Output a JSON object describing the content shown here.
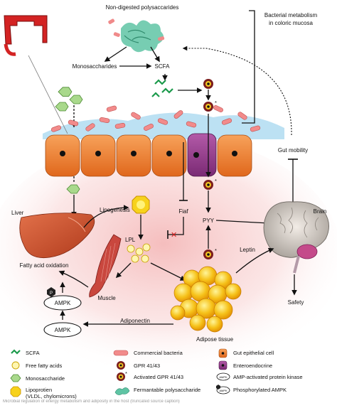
{
  "labels": {
    "non_digested": "Non-digested polysaccarides",
    "bacterial_metabolism_line1": "Bacterial metabolism",
    "bacterial_metabolism_line2": "in coloric mucosa",
    "monosaccharides": "Monosaccharides",
    "scfa": "SCFA",
    "gut_mobility": "Gut mobility",
    "liver": "Liver",
    "lipogenesis": "Lipogenesis",
    "fiaf": "Fiaf",
    "pyy": "PYY",
    "brain": "Brain",
    "lpl": "LPL",
    "fatty_acid_oxidation": "Fatty acid oxidation",
    "muscle": "Muscle",
    "leptin": "Leptin",
    "ampk_top": "AMPK",
    "ampk_bottom": "AMPK",
    "adiponectin": "Adiponectin",
    "adipose_tissue": "Adipose tissue",
    "safety": "Safety",
    "p_badge": "P"
  },
  "legend": [
    {
      "icon": "scfa-icon",
      "label": "SCFA"
    },
    {
      "icon": "free-fatty-acid-icon",
      "label": "Free fatty acids"
    },
    {
      "icon": "monosaccharide-icon",
      "label": "Monosaccharide"
    },
    {
      "icon": "lipoprotein-icon",
      "label": "Lipoprotien"
    },
    {
      "icon": "lipoprotein-icon-2",
      "label": "(VLDL, chylomicrons)"
    },
    {
      "icon": "commercial-bacteria-icon",
      "label": "Commercial bacteria"
    },
    {
      "icon": "gpr-icon",
      "label": "GPR 41/43"
    },
    {
      "icon": "activated-gpr-icon",
      "label": "Activated GPR 41/43"
    },
    {
      "icon": "polysaccharide-icon",
      "label": "Fermantable polysaccharide"
    },
    {
      "icon": "gut-epithelial-cell-icon",
      "label": "Gut epithelial cell"
    },
    {
      "icon": "enteroendocrine-icon",
      "label": "Enteroendocrine"
    },
    {
      "icon": "ampk-icon",
      "label": "AMP-activated protein kinase"
    },
    {
      "icon": "phosphorylated-ampk-icon",
      "label": "Phosphorylated AMPK"
    }
  ],
  "legend_badges": {
    "ampk": "AMPK"
  },
  "caption": "Microbial regulation of energy metabolism and adiposity in the host (truncated source caption)"
}
